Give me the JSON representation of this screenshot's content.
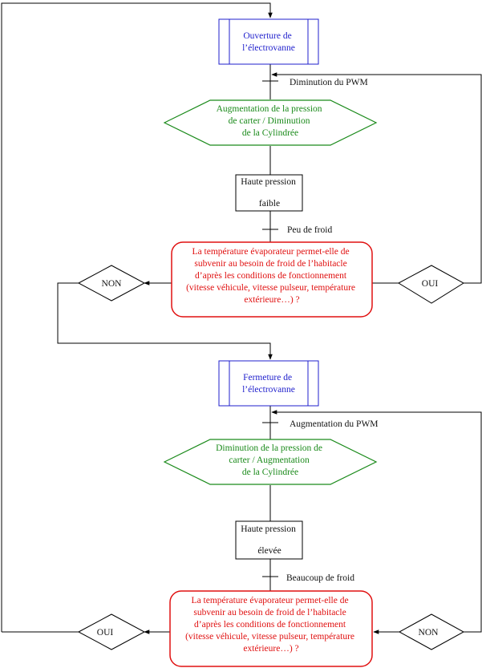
{
  "colors": {
    "process": "#1f1fcc",
    "action": "#1a8a1a",
    "question": "#e01010",
    "line": "#000000"
  },
  "section1": {
    "process": [
      "Ouverture de",
      "l’électrovanne"
    ],
    "transition_label": "Diminution du PWM",
    "action": [
      "Augmentation de la pression",
      "de carter / Diminution",
      "de la Cylindrée"
    ],
    "state_line1": "Haute pression",
    "state_line2": "faible",
    "condition_label": "Peu de froid",
    "question": [
      "La température évaporateur permet-elle de",
      "subvenir au besoin de froid de l’habitacle",
      "d’après les conditions de fonctionnement",
      "(vitesse véhicule, vitesse pulseur, température",
      "extérieure…) ?"
    ],
    "left_decision": "NON",
    "right_decision": "OUI"
  },
  "section2": {
    "process": [
      "Fermeture de",
      "l’électrovanne"
    ],
    "transition_label": "Augmentation du PWM",
    "action": [
      "Diminution de la pression de",
      "carter / Augmentation",
      "de la Cylindrée"
    ],
    "state_line1": "Haute pression",
    "state_line2": "élevée",
    "condition_label": "Beaucoup de froid",
    "question": [
      "La température évaporateur permet-elle de",
      "subvenir au besoin de froid de l’habitacle",
      "d’après les conditions de fonctionnement",
      "(vitesse véhicule, vitesse pulseur, température",
      "extérieure…) ?"
    ],
    "left_decision": "OUI",
    "right_decision": "NON"
  }
}
